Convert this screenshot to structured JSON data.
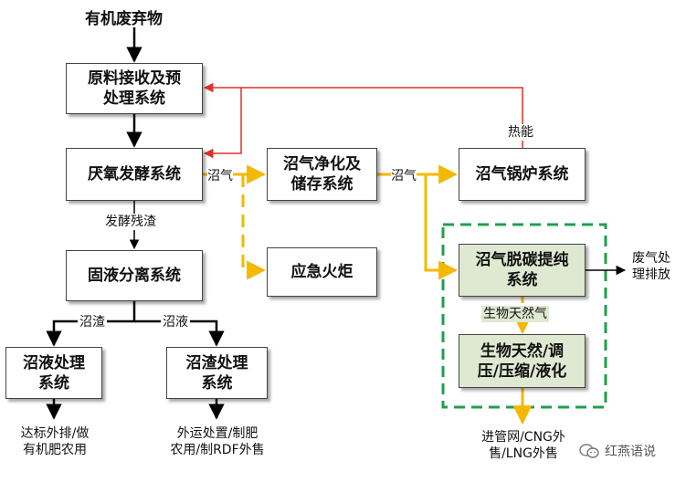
{
  "title": "有机废弃物",
  "boxes": {
    "raw": [
      "原料接收及预",
      "处理系统"
    ],
    "anaerobic": "厌氧发酵系统",
    "purify": [
      "沼气净化及",
      "储存系统"
    ],
    "boiler": "沼气锅炉系统",
    "torch": "应急火炬",
    "separation": "固液分离系统",
    "decarb": [
      "沼气脱碳提纯",
      "系统"
    ],
    "compress": [
      "生物天然/调",
      "压/压缩/液化"
    ],
    "liquid": [
      "沼液处理",
      "系统"
    ],
    "residue": [
      "沼渣处理",
      "系统"
    ]
  },
  "labels": {
    "heat": "热能",
    "biogas1": "沼气",
    "biogas2": "沼气",
    "ferment_residue": "发酵残渣",
    "zhazha": "沼渣",
    "zhaye": "沼液",
    "biogas_natural": "生物天然气",
    "exhaust": [
      "废气处",
      "理排放"
    ],
    "liquid_out": [
      "达标外排/做",
      "有机肥农用"
    ],
    "residue_out": [
      "外运处置/制肥",
      "农用/制RDF外售"
    ],
    "pipeline_out": [
      "进管网/CNG外",
      "售/LNG外售"
    ]
  },
  "watermark": "红燕语说",
  "colors": {
    "black": "#000000",
    "red": "#e0302a",
    "orange": "#f5b800",
    "green_dash": "#1ea04b",
    "green_fill": "#dfe8d1"
  }
}
